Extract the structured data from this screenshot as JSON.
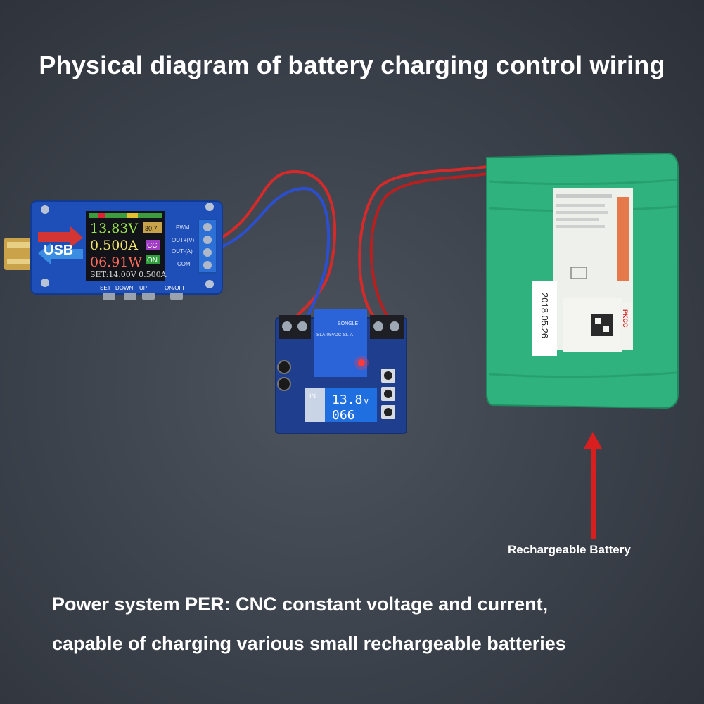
{
  "title": "Physical diagram of battery charging control wiring",
  "caption_line1": "Power system PER: CNC constant voltage and current,",
  "caption_line2": "capable of charging various small rechargeable batteries",
  "battery_label": "Rechargeable Battery",
  "usb_module": {
    "logo": "USB",
    "voltage": "13.83V",
    "current": "0.500A",
    "power": "06.91W",
    "temperature": "30.7",
    "mode_badge": "CC",
    "state_badge": "ON",
    "setpoint": "SET:14.00V 0.500A",
    "terminal_labels": [
      "PWM",
      "OUT+(V)",
      "OUT-(A)",
      "COM"
    ],
    "button_labels": [
      "SET",
      "DOWN",
      "UP",
      "ON/OFF"
    ]
  },
  "controller": {
    "relay_brand": "SONGLE",
    "relay_model": "SLA-05VDC-SL-A",
    "lcd_label": "IN",
    "lcd_voltage": "13.8",
    "lcd_unit": "v",
    "lcd_second": "066"
  },
  "battery": {
    "date_stamp": "2018.05.26",
    "brand": "PKCC"
  },
  "colors": {
    "battery_green": "#2fb27e",
    "wire_red": "#d62a2a",
    "wire_blue": "#2b4fd0",
    "arrow_red": "#d81e1e"
  }
}
